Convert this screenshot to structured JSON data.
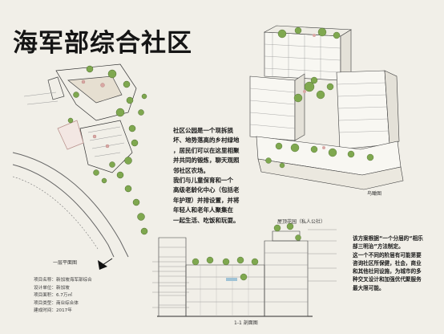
{
  "title": "海军部综合社区",
  "note_main": [
    "社区公园是一个现拆损",
    "坏、地势落高的乡村绿地",
    "，居民们可以在这里相聚",
    "并共同的锻炼，聊天观照",
    "邻社区农场。",
    "我们与儿童保育和一个",
    "高级老龄化中心（包括老",
    "年护理）并排设置，并将",
    "年轻人和老年人聚集在",
    "一起生活、吃饭和玩耍。"
  ],
  "note_side": [
    "该方案根据“一个分层的“相乐",
    "部三明治”方法制定。",
    "这一个不同的阶层有可能第要",
    "咨询社区所保健，社会，商业",
    "和其他社同设施，为城市的多",
    "种交叉设计和加强优代聚服务",
    "最大限可能。"
  ],
  "captions": {
    "plan": "一层平面图",
    "aerial": "鸟瞰图",
    "section": "1-1 剖面图",
    "roof_label": "屋顶花园（私人公社）"
  },
  "project_info": [
    "项目名称：新加坡海军部综合",
    "设计单位：新加坡",
    "项目面积：6.7万㎡",
    "项目类型：商业综合体",
    "建成时间：2017年"
  ],
  "colors": {
    "paper": "#f1efe8",
    "ink": "#151515",
    "foliage": "#7fa84f",
    "pink": "#d9a7a4",
    "water": "#9fc3d6"
  }
}
